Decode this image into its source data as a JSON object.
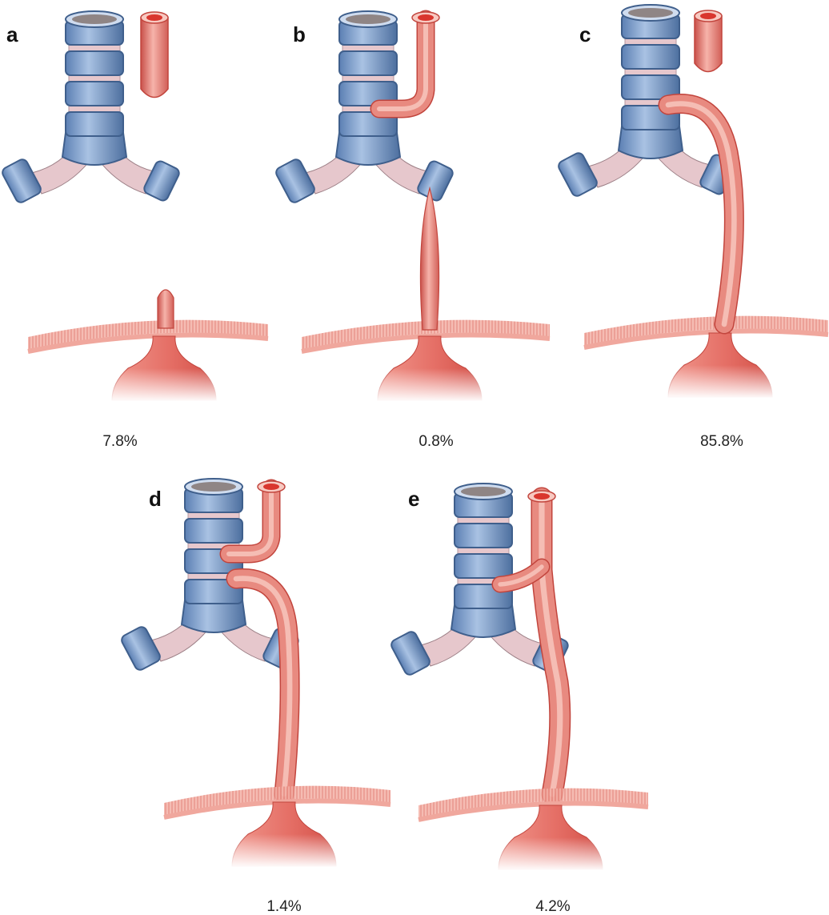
{
  "figure": {
    "colors": {
      "cartilage": "#7e9fcb",
      "cartilage_dark": "#3f5f8c",
      "membrane": "#e6c7cc",
      "lumen": "#8f8585",
      "esophagus": "#e88a80",
      "esophagus_dark": "#c2453d",
      "esophagus_light": "#f8c9c1",
      "mucosa": "#d9362e",
      "diaphragm": "#f0a79d",
      "diaphragm_fiber": "#d9574d"
    },
    "panels": [
      {
        "letter": "a",
        "percent": "7.8%"
      },
      {
        "letter": "b",
        "percent": "0.8%"
      },
      {
        "letter": "c",
        "percent": "85.8%"
      },
      {
        "letter": "d",
        "percent": "1.4%"
      },
      {
        "letter": "e",
        "percent": "4.2%"
      }
    ]
  }
}
